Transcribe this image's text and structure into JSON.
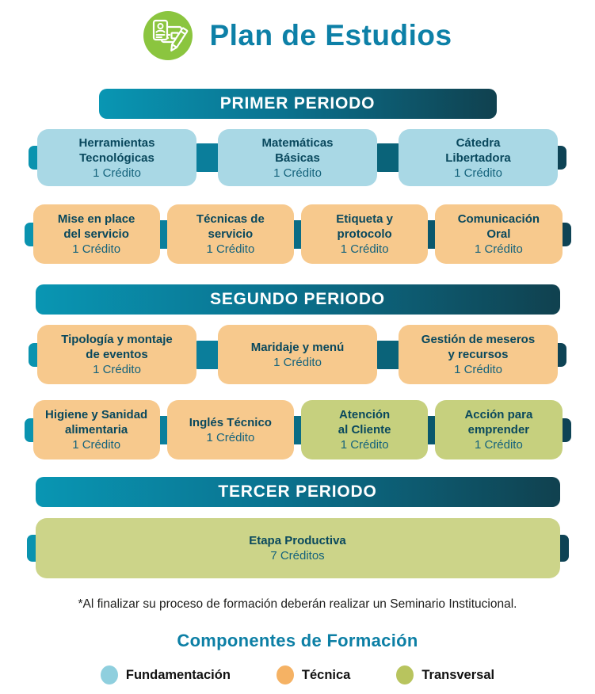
{
  "header": {
    "title": "Plan de Estudios",
    "icon": "curriculum-pencil-icon"
  },
  "palette": {
    "title_teal": "#0d80a7",
    "banner_gradient_start": "#0996b3",
    "banner_gradient_end": "#10414f",
    "fundamentacion_card": "#a9d8e5",
    "tecnica_card": "#f7c98d",
    "transversal_card": "#c6d07e",
    "etapa_card": "#ccd489",
    "card_text": "#09485d",
    "icon_circle_green": "#8bc53f"
  },
  "periods": [
    {
      "label": "PRIMER PERIODO",
      "rows": [
        {
          "cards": [
            {
              "title": [
                "Herramientas",
                "Tecnológicas"
              ],
              "credits": "1 Crédito",
              "type": "fundamentacion"
            },
            {
              "title": [
                "Matemáticas",
                "Básicas"
              ],
              "credits": "1 Crédito",
              "type": "fundamentacion"
            },
            {
              "title": [
                "Cátedra",
                "Libertadora"
              ],
              "credits": "1 Crédito",
              "type": "fundamentacion"
            }
          ]
        },
        {
          "cards": [
            {
              "title": [
                "Mise en place",
                "del servicio"
              ],
              "credits": "1 Crédito",
              "type": "tecnica"
            },
            {
              "title": [
                "Técnicas de",
                "servicio"
              ],
              "credits": "1 Crédito",
              "type": "tecnica"
            },
            {
              "title": [
                "Etiqueta y",
                "protocolo"
              ],
              "credits": "1 Crédito",
              "type": "tecnica"
            },
            {
              "title": [
                "Comunicación",
                "Oral"
              ],
              "credits": "1 Crédito",
              "type": "tecnica"
            }
          ]
        }
      ]
    },
    {
      "label": "SEGUNDO PERIODO",
      "rows": [
        {
          "cards": [
            {
              "title": [
                "Tipología y montaje",
                "de eventos"
              ],
              "credits": "1 Crédito",
              "type": "tecnica"
            },
            {
              "title": [
                "Maridaje y menú"
              ],
              "credits": "1 Crédito",
              "type": "tecnica"
            },
            {
              "title": [
                "Gestión de meseros",
                "y recursos"
              ],
              "credits": "1 Crédito",
              "type": "tecnica"
            }
          ]
        },
        {
          "cards": [
            {
              "title": [
                "Higiene y Sanidad",
                "alimentaria"
              ],
              "credits": "1 Crédito",
              "type": "tecnica"
            },
            {
              "title": [
                "Inglés Técnico"
              ],
              "credits": "1 Crédito",
              "type": "tecnica"
            },
            {
              "title": [
                "Atención",
                "al Cliente"
              ],
              "credits": "1 Crédito",
              "type": "transversal"
            },
            {
              "title": [
                "Acción para",
                "emprender"
              ],
              "credits": "1 Crédito",
              "type": "transversal"
            }
          ]
        }
      ]
    },
    {
      "label": "TERCER PERIODO",
      "rows": [
        {
          "cards": [
            {
              "title": [
                "Etapa Productiva"
              ],
              "credits": "7 Créditos",
              "type": "transversal"
            }
          ]
        }
      ]
    }
  ],
  "footnote": "*Al finalizar su proceso de formación deberán realizar un Seminario Institucional.",
  "components": {
    "title": "Componentes de Formación",
    "items": [
      {
        "label": "Fundamentación",
        "color": "#8fcfde"
      },
      {
        "label": "Técnica",
        "color": "#f5b264"
      },
      {
        "label": "Transversal",
        "color": "#b8c45e"
      }
    ]
  }
}
